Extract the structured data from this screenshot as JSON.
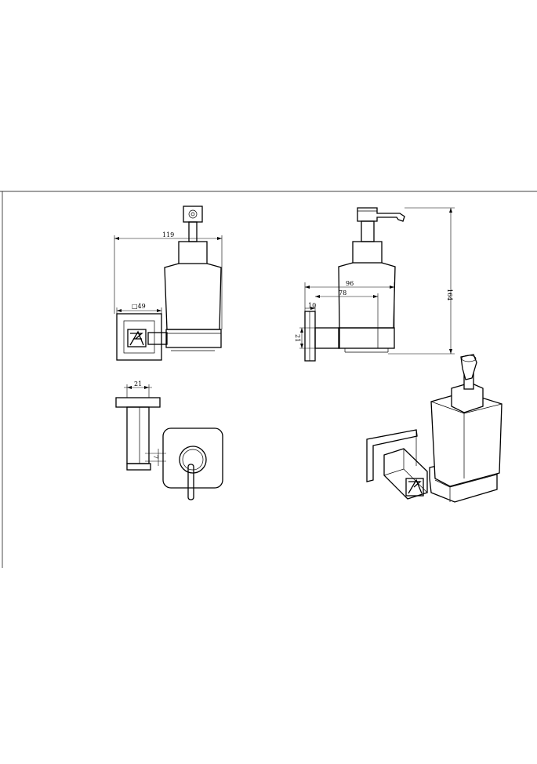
{
  "dimensions": {
    "width_total": "119",
    "flange_square": "□49",
    "flange_depth_top": "21",
    "wall_gap": "7",
    "bracket_length": "96",
    "bracket_inner": "78",
    "wall_plate_thickness": "10",
    "arm_height": "21",
    "overall_height": "164"
  },
  "colors": {
    "line": "#000000",
    "background": "#ffffff"
  }
}
